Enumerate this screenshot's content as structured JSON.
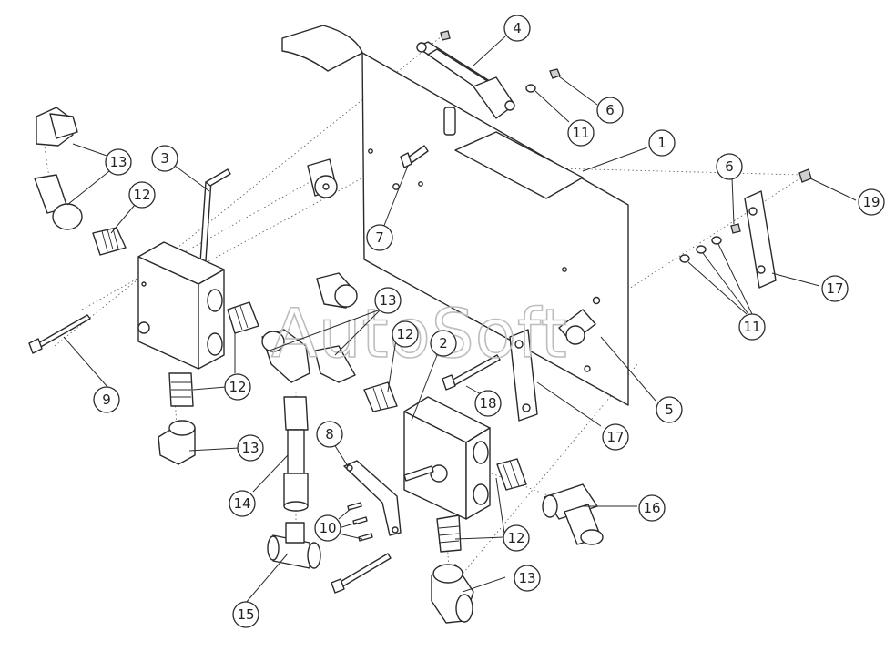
{
  "watermark": "AutoSoft",
  "callouts": [
    {
      "id": "c1",
      "label": "1"
    },
    {
      "id": "c2",
      "label": "2"
    },
    {
      "id": "c3",
      "label": "3"
    },
    {
      "id": "c4",
      "label": "4"
    },
    {
      "id": "c5",
      "label": "5"
    },
    {
      "id": "c6a",
      "label": "6"
    },
    {
      "id": "c6b",
      "label": "6"
    },
    {
      "id": "c7",
      "label": "7"
    },
    {
      "id": "c8",
      "label": "8"
    },
    {
      "id": "c9",
      "label": "9"
    },
    {
      "id": "c10",
      "label": "10"
    },
    {
      "id": "c11a",
      "label": "11"
    },
    {
      "id": "c11b",
      "label": "11"
    },
    {
      "id": "c12a",
      "label": "12"
    },
    {
      "id": "c12b",
      "label": "12"
    },
    {
      "id": "c12c",
      "label": "12"
    },
    {
      "id": "c12d",
      "label": "12"
    },
    {
      "id": "c13a",
      "label": "13"
    },
    {
      "id": "c13b",
      "label": "13"
    },
    {
      "id": "c13c",
      "label": "13"
    },
    {
      "id": "c13d",
      "label": "13"
    },
    {
      "id": "c14",
      "label": "14"
    },
    {
      "id": "c15",
      "label": "15"
    },
    {
      "id": "c16",
      "label": "16"
    },
    {
      "id": "c17a",
      "label": "17"
    },
    {
      "id": "c17b",
      "label": "17"
    },
    {
      "id": "c18",
      "label": "18"
    },
    {
      "id": "c19",
      "label": "19"
    }
  ]
}
